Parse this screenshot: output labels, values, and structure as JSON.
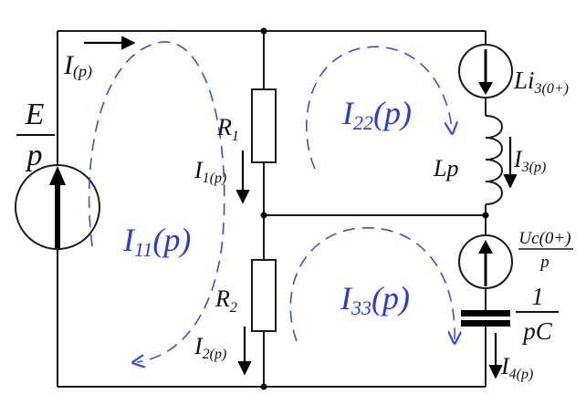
{
  "labels": {
    "source_num": "E",
    "source_den": "p",
    "current_main": "I",
    "current_main_sub": "(p)",
    "r1": "R",
    "r1_sub": "1",
    "r2": "R",
    "r2_sub": "2",
    "i1": "I",
    "i1_sub": "1(p)",
    "i2": "I",
    "i2_sub": "2(p)",
    "i3": "I",
    "i3_sub": "3(p)",
    "i4": "I",
    "i4_sub": "4(p)",
    "inductor": "Lp",
    "li_source": "Li",
    "li_source_sub": "3(0+)",
    "uc_num": "Uc(0+)",
    "uc_den": "p",
    "cap_num": "1",
    "cap_den": "pC"
  },
  "loops": {
    "i11": "I",
    "i11_sub": "11",
    "i11_tail": "(p)",
    "i22": "I",
    "i22_sub": "22",
    "i22_tail": "(p)",
    "i33": "I",
    "i33_sub": "33",
    "i33_tail": "(p)"
  },
  "colors": {
    "wire": "#1a1a1a",
    "loop": "#3a4fd8",
    "loop_text": "#2a3cd6"
  }
}
